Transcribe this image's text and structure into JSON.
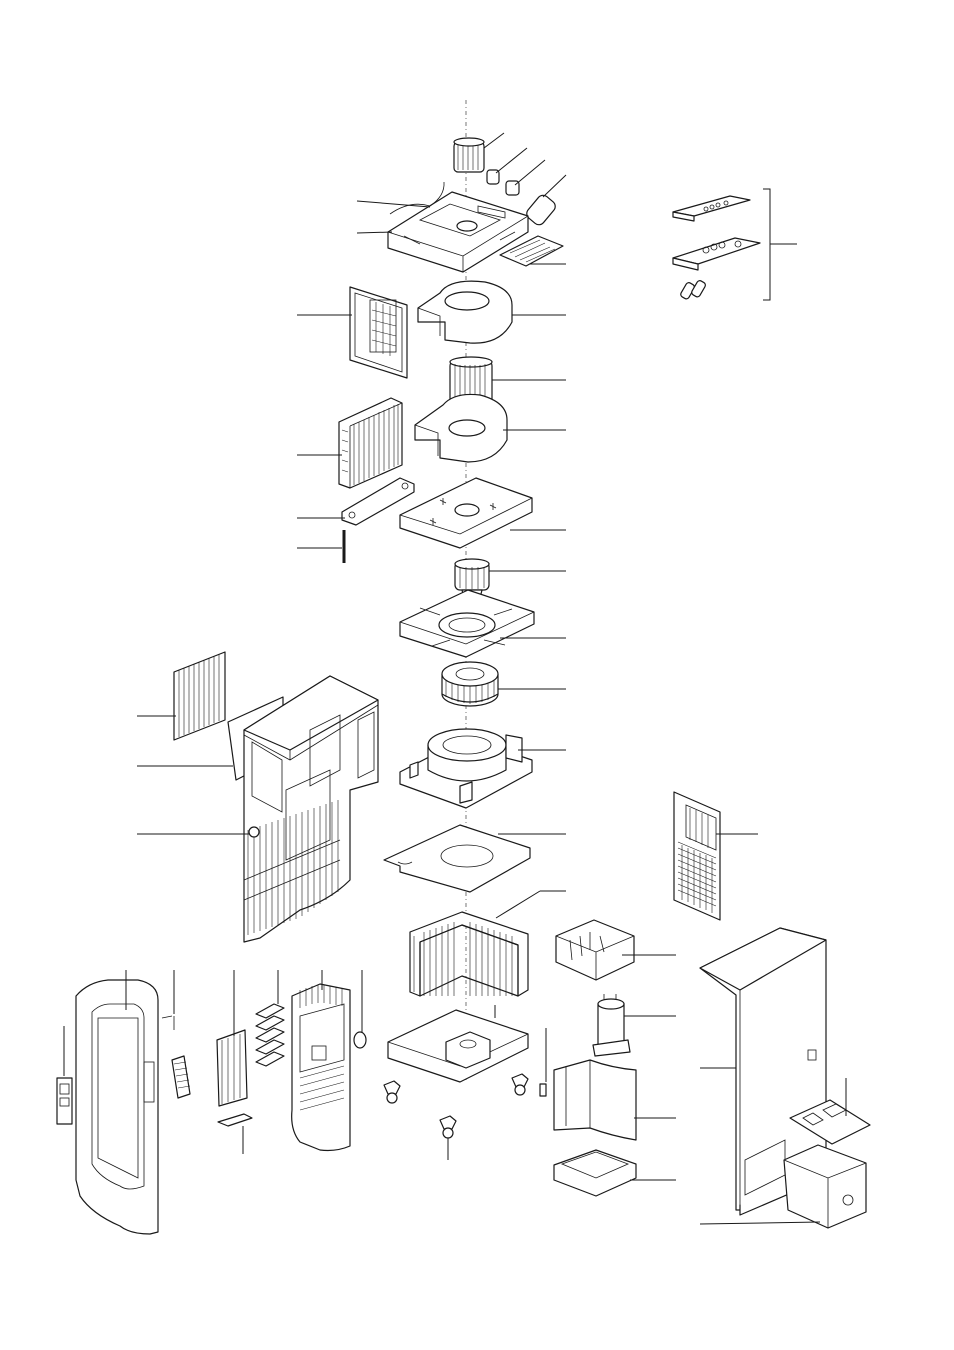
{
  "diagram": {
    "type": "exploded-parts-view",
    "colors": {
      "line": "#1a1a1a",
      "background": "#ffffff"
    },
    "parts": [
      {
        "id": "motor-top"
      },
      {
        "id": "capacitor-a"
      },
      {
        "id": "capacitor-b"
      },
      {
        "id": "capacitor-c"
      },
      {
        "id": "top-cover"
      },
      {
        "id": "wire-harness"
      },
      {
        "id": "control-board"
      },
      {
        "id": "remote-controls"
      },
      {
        "id": "upper-scroll-housing"
      },
      {
        "id": "front-grille-upper"
      },
      {
        "id": "blower-wheel-upper"
      },
      {
        "id": "lower-scroll-housing"
      },
      {
        "id": "air-filter"
      },
      {
        "id": "mounting-plate"
      },
      {
        "id": "bracket"
      },
      {
        "id": "rod"
      },
      {
        "id": "fan-motor"
      },
      {
        "id": "fan-shroud-plate"
      },
      {
        "id": "centrifugal-fan"
      },
      {
        "id": "condenser-base"
      },
      {
        "id": "side-filter"
      },
      {
        "id": "foam-gasket"
      },
      {
        "id": "rear-frame"
      },
      {
        "id": "cover-plate"
      },
      {
        "id": "rear-grille"
      },
      {
        "id": "evaporator-coil"
      },
      {
        "id": "electrical-box"
      },
      {
        "id": "compressor"
      },
      {
        "id": "base-pan"
      },
      {
        "id": "casters"
      },
      {
        "id": "sensor"
      },
      {
        "id": "cabinet-body"
      },
      {
        "id": "side-bracket"
      },
      {
        "id": "water-tank"
      },
      {
        "id": "condensate-tray"
      },
      {
        "id": "shroud-panel"
      },
      {
        "id": "front-panel"
      },
      {
        "id": "display-panel"
      },
      {
        "id": "float-switch"
      },
      {
        "id": "louver-blades"
      },
      {
        "id": "louver-stack"
      },
      {
        "id": "inner-front-frame"
      },
      {
        "id": "knob"
      },
      {
        "id": "drain-clip"
      }
    ]
  }
}
